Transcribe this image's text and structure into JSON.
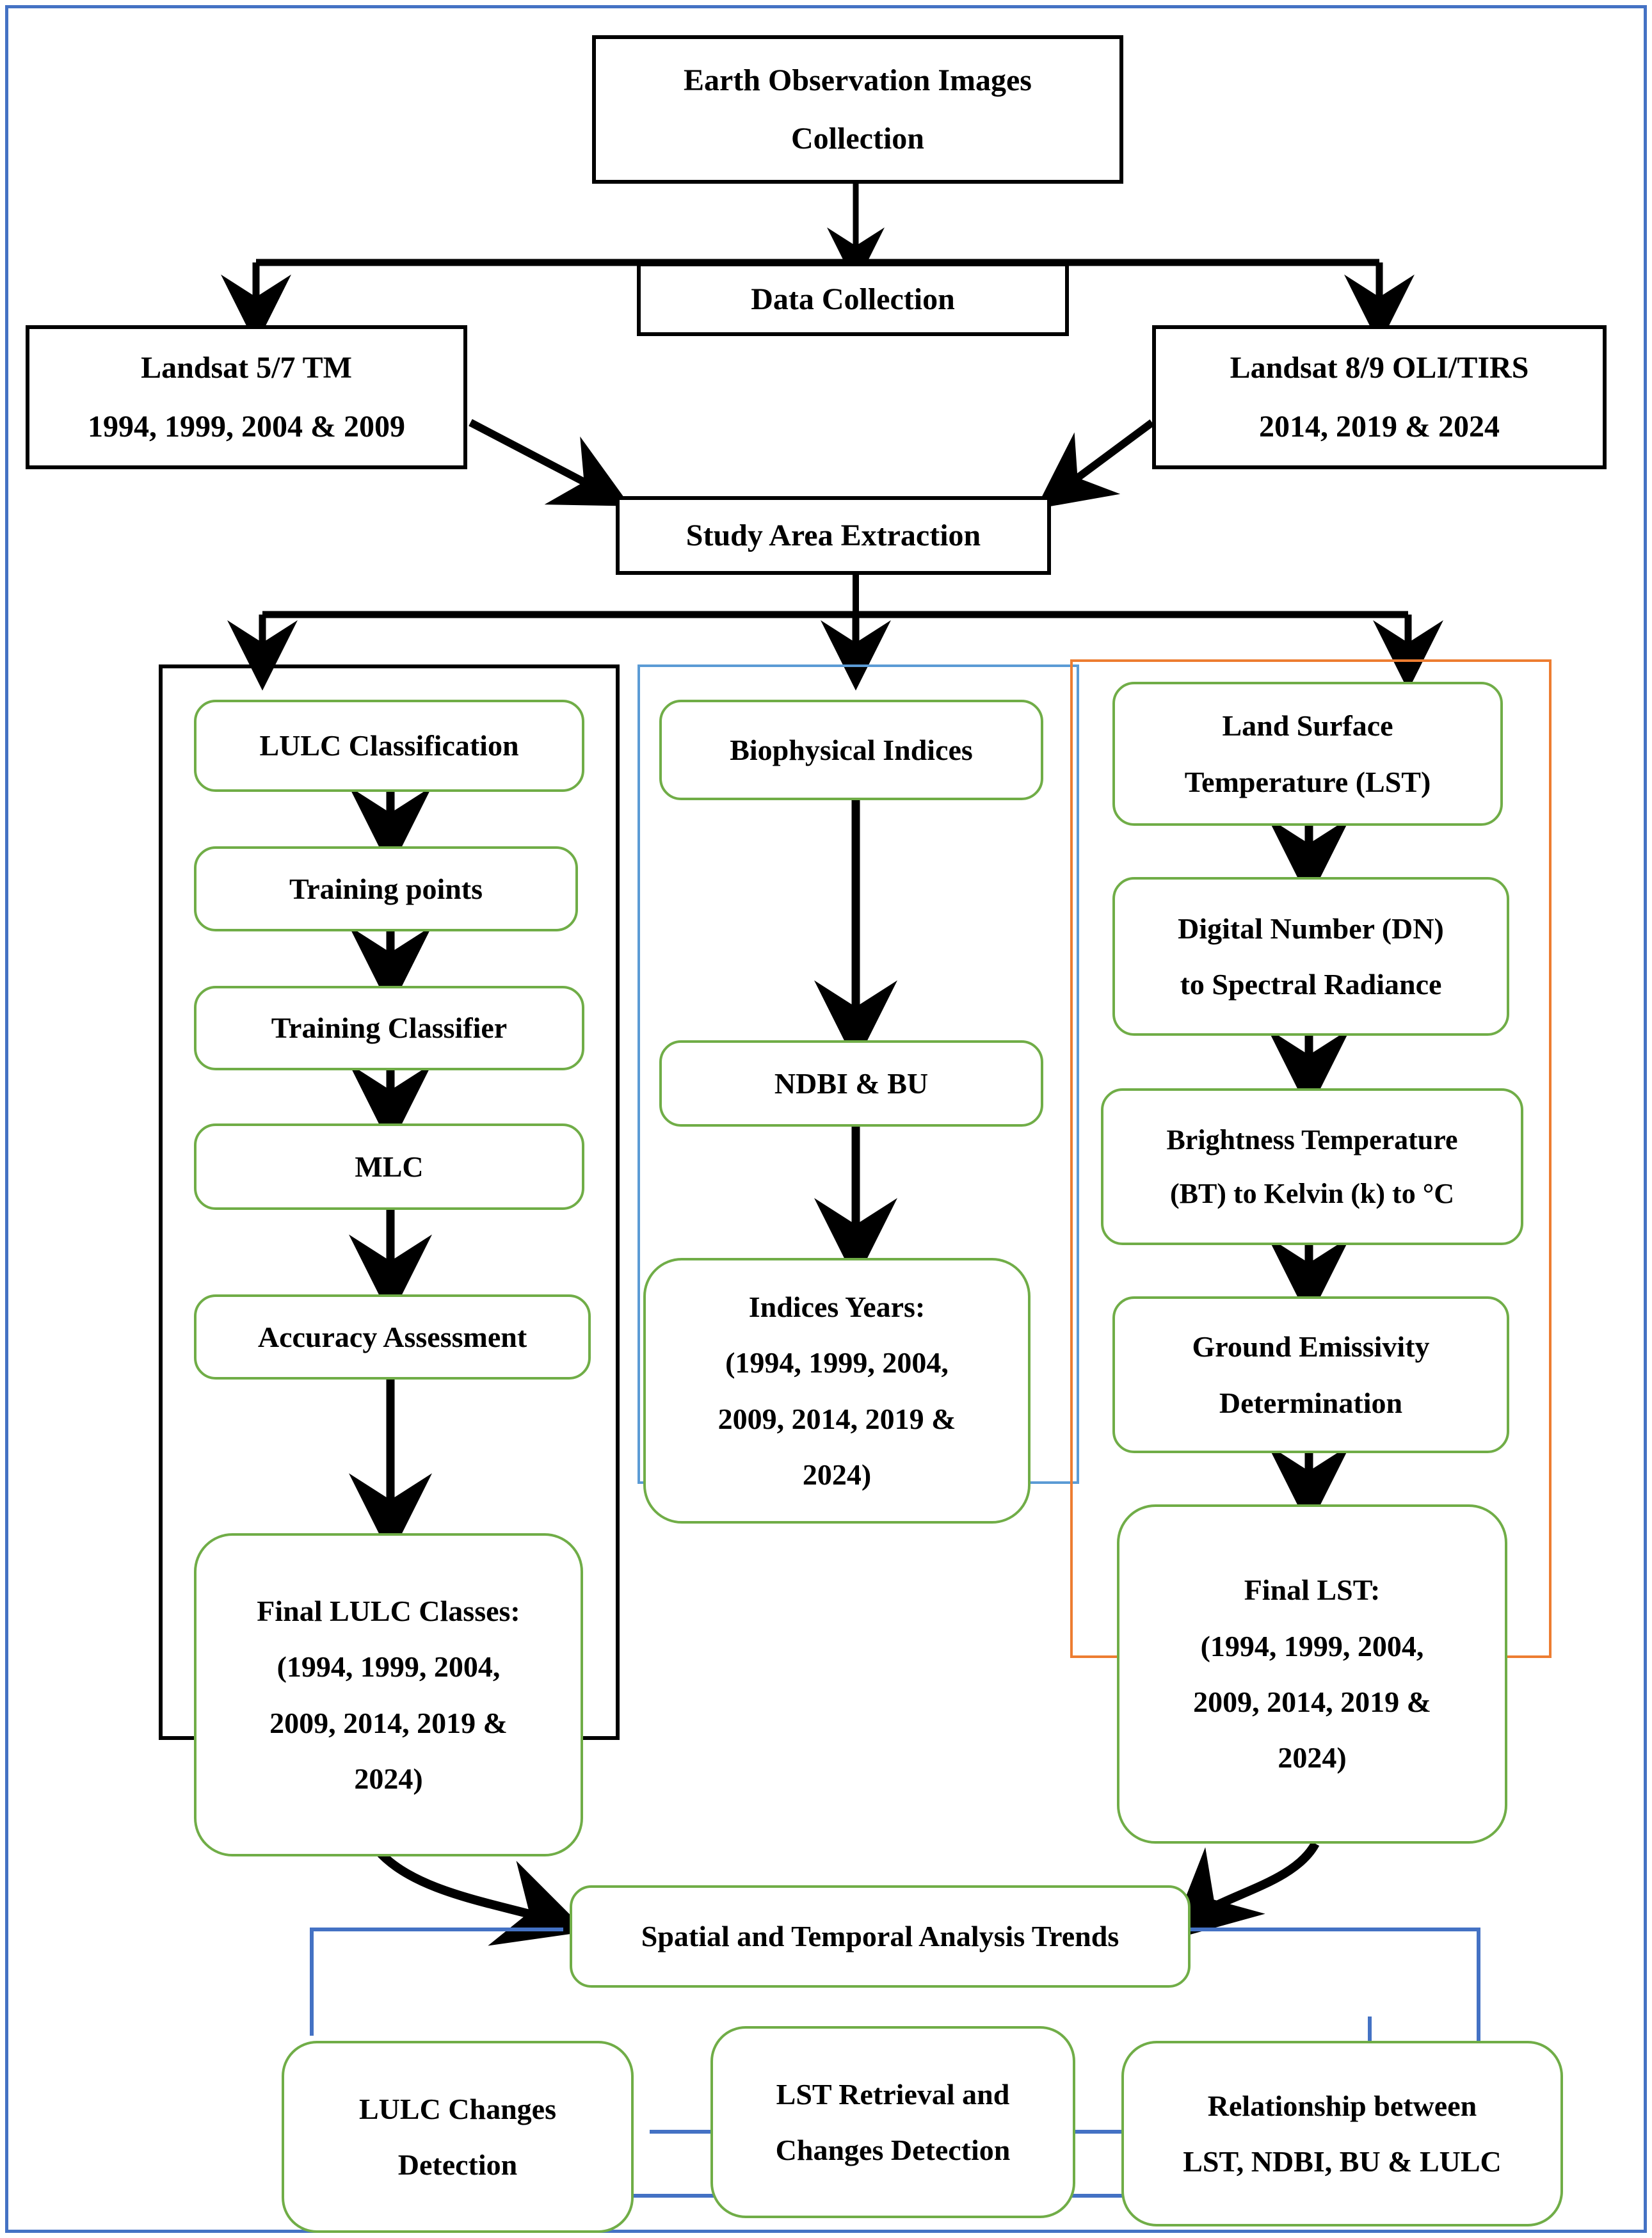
{
  "diagram": {
    "title": "Earth Observation LULC and LST Methodology Flowchart",
    "colors": {
      "page_frame": "#4472c4",
      "node_border_black": "#000000",
      "node_border_green": "#70ad47",
      "group_indices_border": "#5b9bd5",
      "group_lst_border": "#ed7d31",
      "connector_black": "#000000",
      "connector_blue": "#4472c4"
    },
    "nodes": {
      "earth_observation": {
        "line1": "Earth Observation Images",
        "line2": "Collection"
      },
      "data_collection": {
        "line1": "Data Collection"
      },
      "landsat_57": {
        "line1": "Landsat 5/7 TM",
        "line2": "1994, 1999, 2004 & 2009"
      },
      "landsat_89": {
        "line1": "Landsat 8/9 OLI/TIRS",
        "line2": "2014, 2019 & 2024"
      },
      "study_area": {
        "line1": "Study Area Extraction"
      },
      "lulc_classification": {
        "line1": "LULC Classification"
      },
      "training_points": {
        "line1": "Training points"
      },
      "training_classifier": {
        "line1": "Training Classifier"
      },
      "mlc": {
        "line1": "MLC"
      },
      "accuracy_assessment": {
        "line1": "Accuracy Assessment"
      },
      "final_lulc": {
        "line1": "Final LULC Classes:",
        "line2": "(1994, 1999, 2004,",
        "line3": "2009, 2014, 2019 &",
        "line4": "2024)"
      },
      "biophysical_indices": {
        "line1": "Biophysical Indices"
      },
      "ndbi_bu": {
        "line1": "NDBI & BU"
      },
      "indices_years": {
        "line1": "Indices Years:",
        "line2": "(1994, 1999, 2004,",
        "line3": "2009, 2014, 2019 &",
        "line4": "2024)"
      },
      "lst": {
        "line1": "Land Surface",
        "line2": "Temperature (LST)"
      },
      "dn_to_radiance": {
        "line1": "Digital Number (DN)",
        "line2": "to Spectral Radiance"
      },
      "bt_to_kelvin": {
        "line1": "Brightness  Temperature",
        "line2": "(BT) to Kelvin (k) to °C"
      },
      "ground_emissivity": {
        "line1": "Ground Emissivity",
        "line2": "Determination"
      },
      "final_lst": {
        "line1": "Final LST:",
        "line2": "(1994, 1999, 2004,",
        "line3": "2009, 2014, 2019 &",
        "line4": "2024)"
      },
      "spatial_temporal": {
        "line1": "Spatial and Temporal Analysis Trends"
      },
      "lulc_changes": {
        "line1": "LULC Changes",
        "line2": "Detection"
      },
      "lst_retrieval": {
        "line1": "LST Retrieval and",
        "line2": "Changes Detection"
      },
      "relationship": {
        "line1": "Relationship between",
        "line2": "LST, NDBI, BU & LULC"
      }
    }
  }
}
